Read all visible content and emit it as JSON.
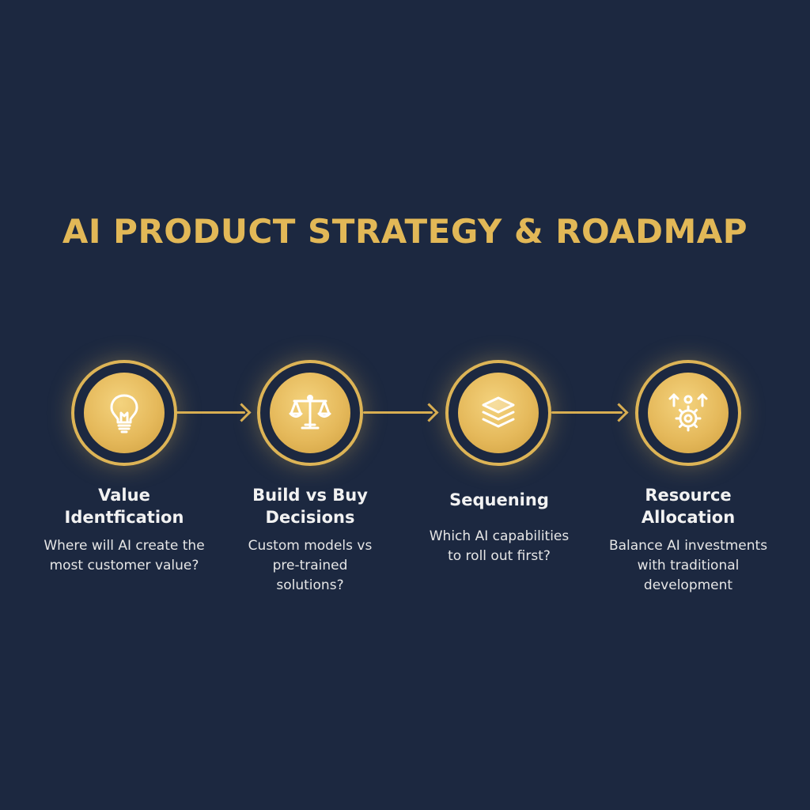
{
  "title": "AI PRODUCT STRATEGY & ROADMAP",
  "colors": {
    "background": "#1c2840",
    "accent_gold": "#e2b857",
    "icon_stroke": "#ffffff",
    "text": "#f2f2f2"
  },
  "steps": [
    {
      "icon": "lightbulb-icon",
      "title": "Value\nIdentfication",
      "description": "Where will AI create the\nmost customer value?"
    },
    {
      "icon": "balance-scale-icon",
      "title": "Build vs Buy\nDecisions",
      "description": "Custom models vs\npre-trained\nsolutions?"
    },
    {
      "icon": "layers-icon",
      "title": "Sequening",
      "description": "Which AI capabilities\nto roll out first?"
    },
    {
      "icon": "gear-arrows-icon",
      "title": "Resource\nAllocation",
      "description": "Balance AI investments\nwith traditional\ndevelopment"
    }
  ]
}
